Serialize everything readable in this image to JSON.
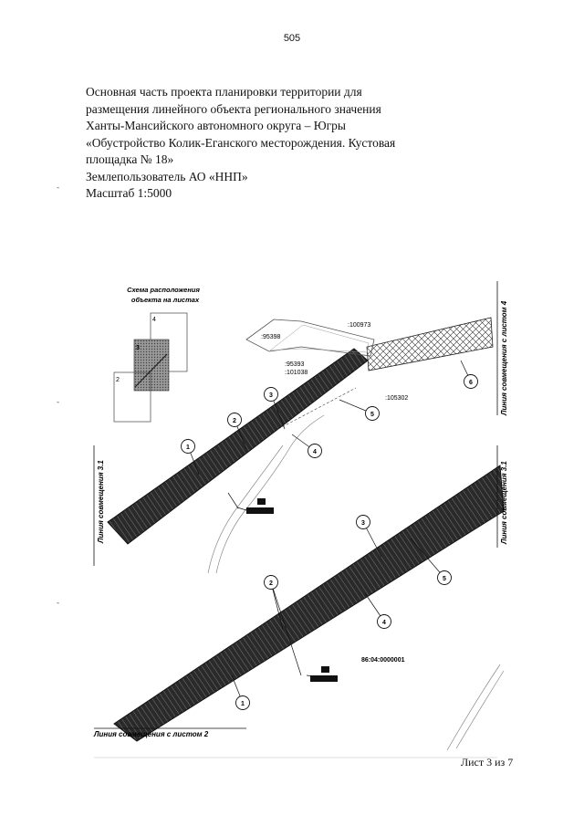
{
  "page_number": "505",
  "header": {
    "lines": [
      "Основная часть проекта планировки территории для",
      "размещения линейного объекта регионального значения",
      "Ханты-Мансийского автономного округа – Югры",
      "«Обустройство Колик-Еганского месторождения. Кустовая",
      "площадка № 18»",
      "Землепользователь АО «ННП»",
      "Масштаб 1:5000"
    ]
  },
  "inset": {
    "title_line1": "Схема расположения",
    "title_line2": "объекта на листах",
    "sheets": [
      "4",
      "3",
      "2"
    ]
  },
  "match_lines": {
    "top_right": "Линия совмещения с листом 4",
    "left": "Линия совмещения 3.1",
    "right": "Линия совмещения 3.1",
    "bottom": "Линия совмещения с листом 2"
  },
  "parcel_labels": {
    "p1": ":100973",
    "p2": ":95398",
    "p3": ":95393",
    "p4": ":101038",
    "p5": ":105302",
    "p6": "86:04:0000001"
  },
  "markers_upper": [
    "1",
    "2",
    "3",
    "4",
    "5",
    "6"
  ],
  "markers_lower": [
    "1",
    "2",
    "3",
    "4",
    "5"
  ],
  "footer": {
    "sheet": "Лист 3 из 7"
  }
}
